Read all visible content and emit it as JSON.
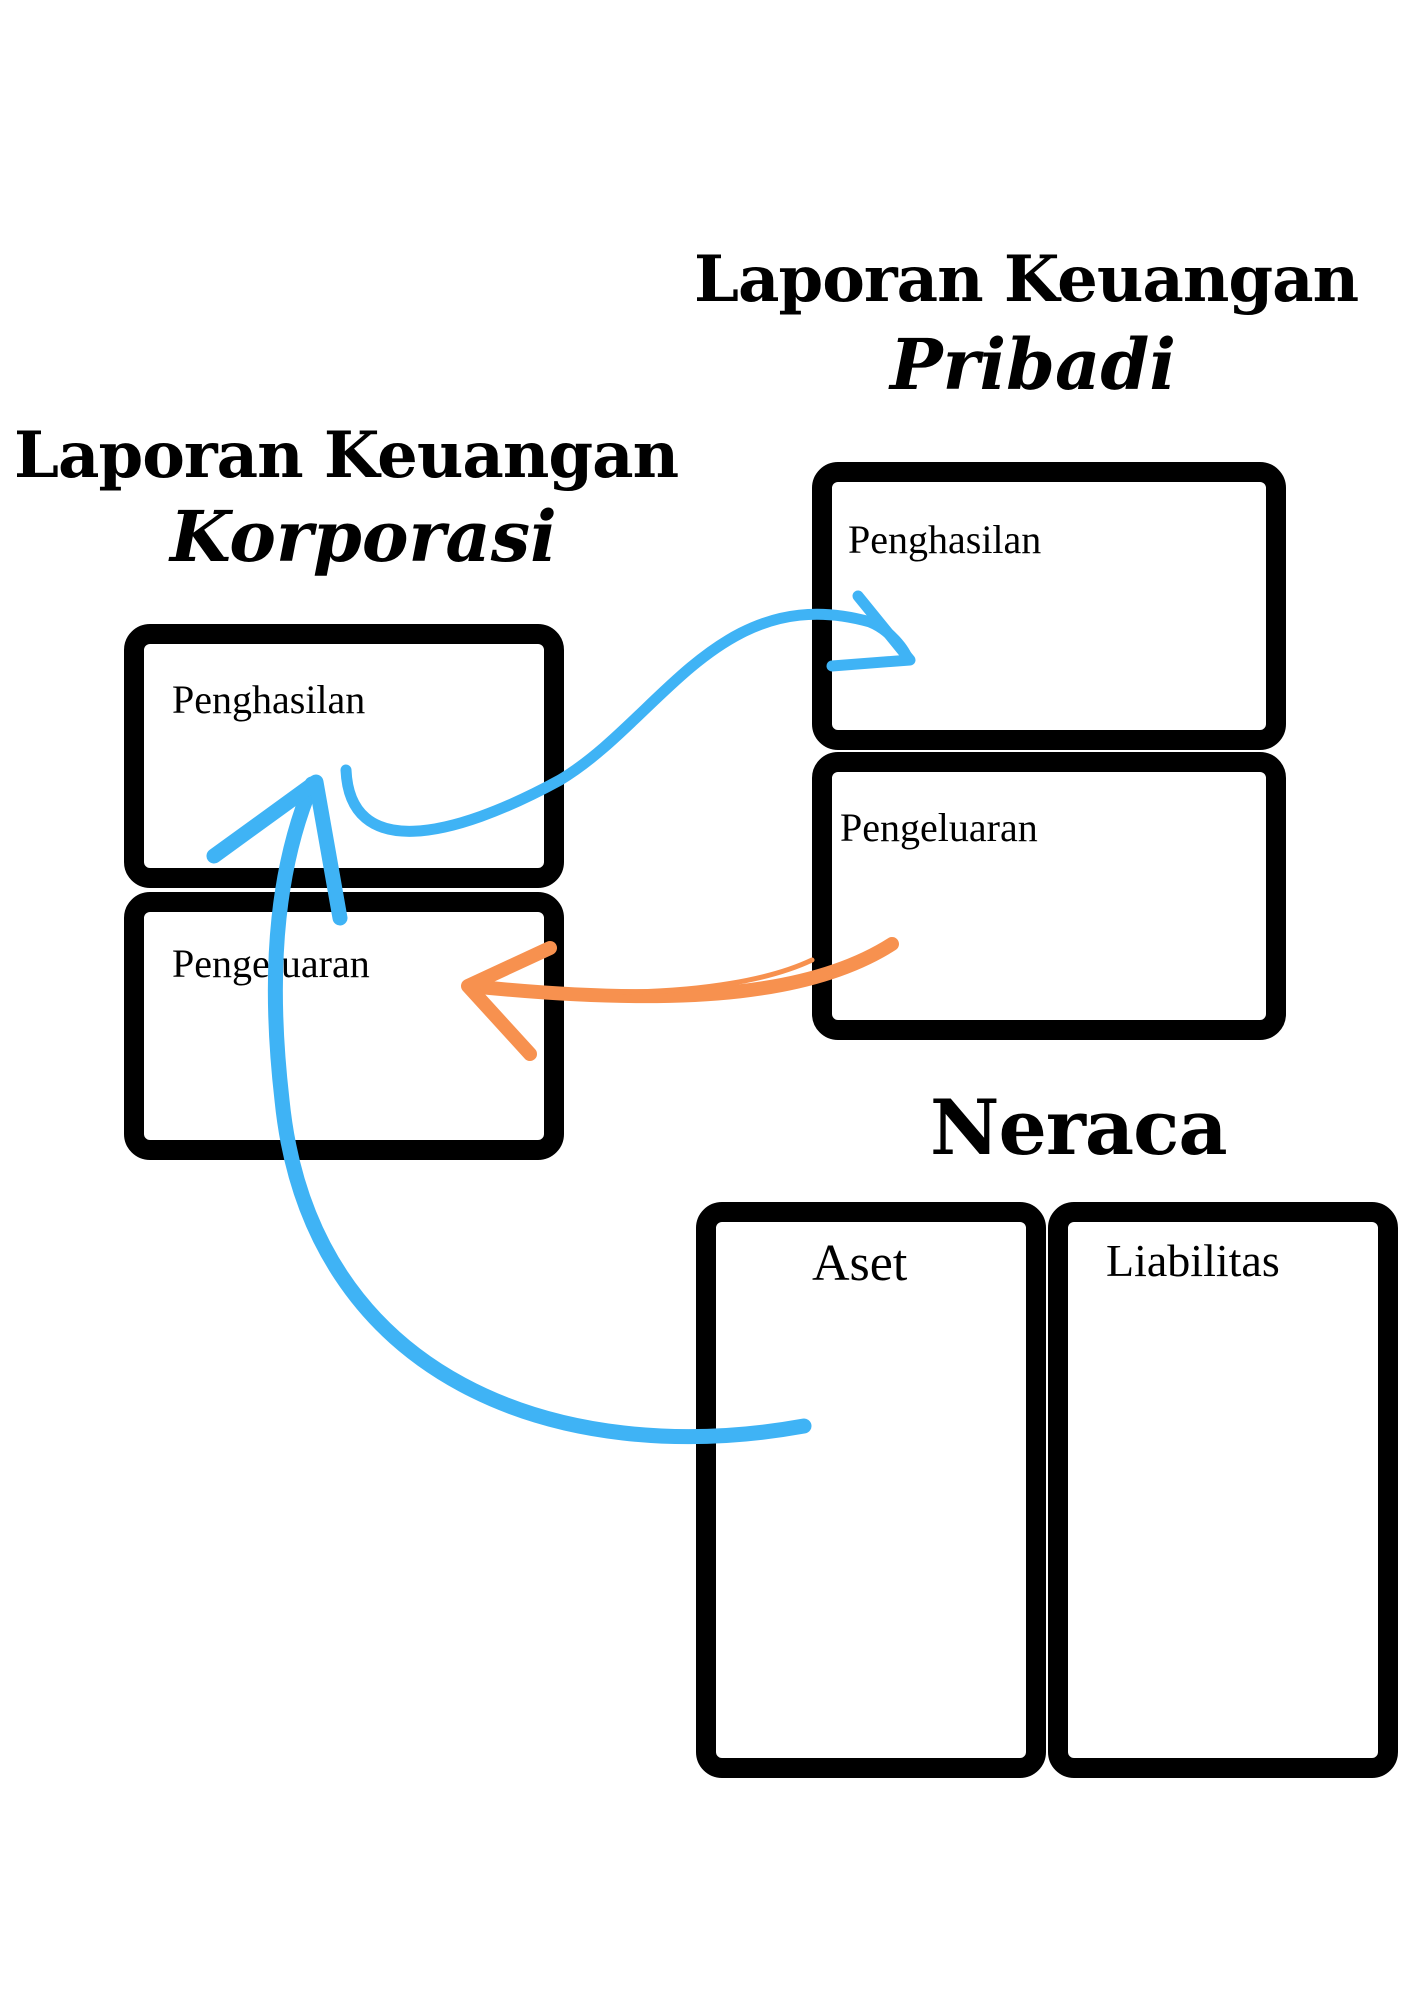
{
  "colors": {
    "frame": "#000000",
    "flow_blue": "#3fb3f5",
    "flow_orange": "#f7914f"
  },
  "corporate": {
    "title": "Laporan Keuangan",
    "subtitle": "Korporasi",
    "income_label": "Penghasilan",
    "expense_label": "Pengeluaran"
  },
  "personal": {
    "title": "Laporan Keuangan",
    "subtitle": "Pribadi",
    "income_label": "Penghasilan",
    "expense_label": "Pengeluaran"
  },
  "balance_sheet": {
    "title": "Neraca",
    "assets_label": "Aset",
    "liabilities_label": "Liabilitas"
  }
}
